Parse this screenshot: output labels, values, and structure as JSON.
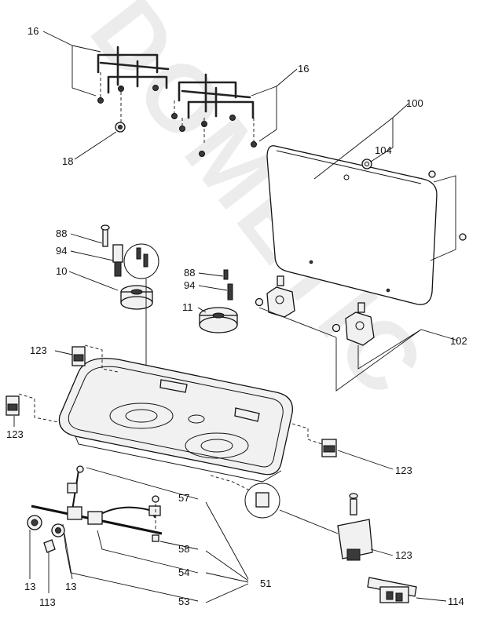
{
  "watermark": "DOMETIC",
  "callouts": {
    "c16a": "16",
    "c16b": "16",
    "c18": "18",
    "c100": "100",
    "c104": "104",
    "c88a": "88",
    "c94a": "94",
    "c10": "10",
    "c88b": "88",
    "c94b": "94",
    "c11": "11",
    "c102": "102",
    "c123a": "123",
    "c123b": "123",
    "c123c": "123",
    "c123d": "123",
    "c57": "57",
    "c58": "58",
    "c54": "54",
    "c51": "51",
    "c53": "53",
    "c13a": "13",
    "c13b": "13",
    "c113": "113",
    "c114": "114"
  }
}
